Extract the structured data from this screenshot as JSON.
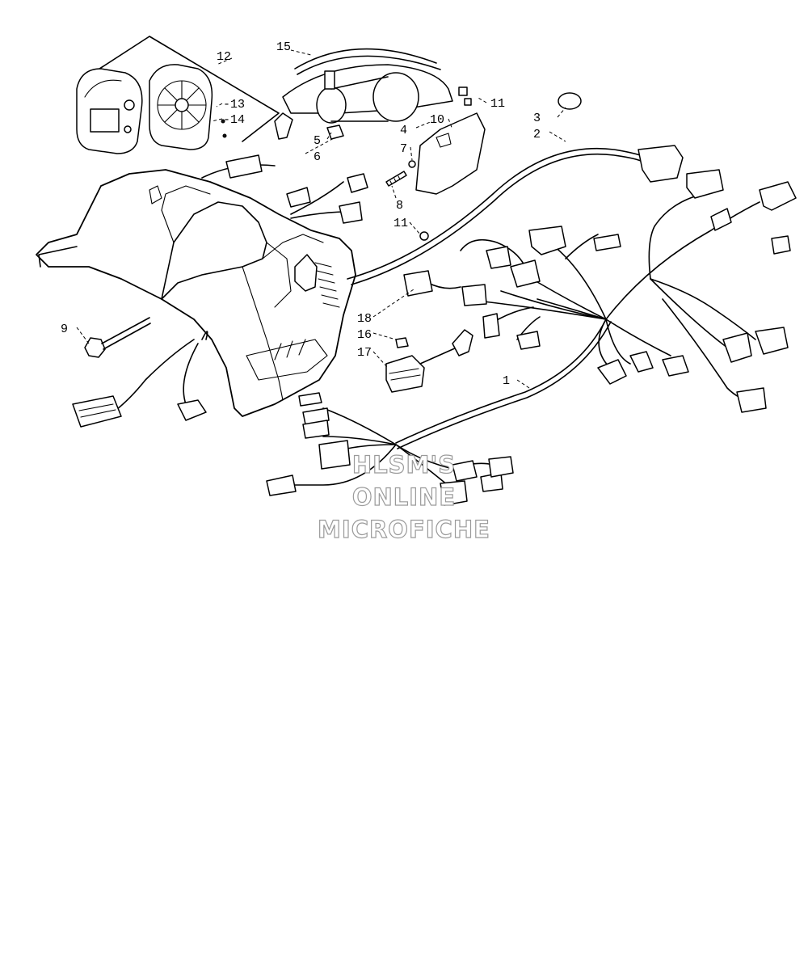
{
  "callouts": [
    {
      "id": "c1",
      "label": "1"
    },
    {
      "id": "c2",
      "label": "2"
    },
    {
      "id": "c3",
      "label": "3"
    },
    {
      "id": "c4",
      "label": "4"
    },
    {
      "id": "c5",
      "label": "5"
    },
    {
      "id": "c6",
      "label": "6"
    },
    {
      "id": "c7",
      "label": "7"
    },
    {
      "id": "c8",
      "label": "8"
    },
    {
      "id": "c9",
      "label": "9"
    },
    {
      "id": "c10",
      "label": "10"
    },
    {
      "id": "c11a",
      "label": "11"
    },
    {
      "id": "c11b",
      "label": "11"
    },
    {
      "id": "c12",
      "label": "12"
    },
    {
      "id": "c13",
      "label": "-13"
    },
    {
      "id": "c14",
      "label": "-14"
    },
    {
      "id": "c15",
      "label": "15"
    },
    {
      "id": "c16",
      "label": "16"
    },
    {
      "id": "c17",
      "label": "17"
    },
    {
      "id": "c18",
      "label": "18"
    }
  ],
  "watermark": {
    "line1": "HLSM'S",
    "line2": "ONLINE",
    "line3": "MICROFICHE"
  }
}
